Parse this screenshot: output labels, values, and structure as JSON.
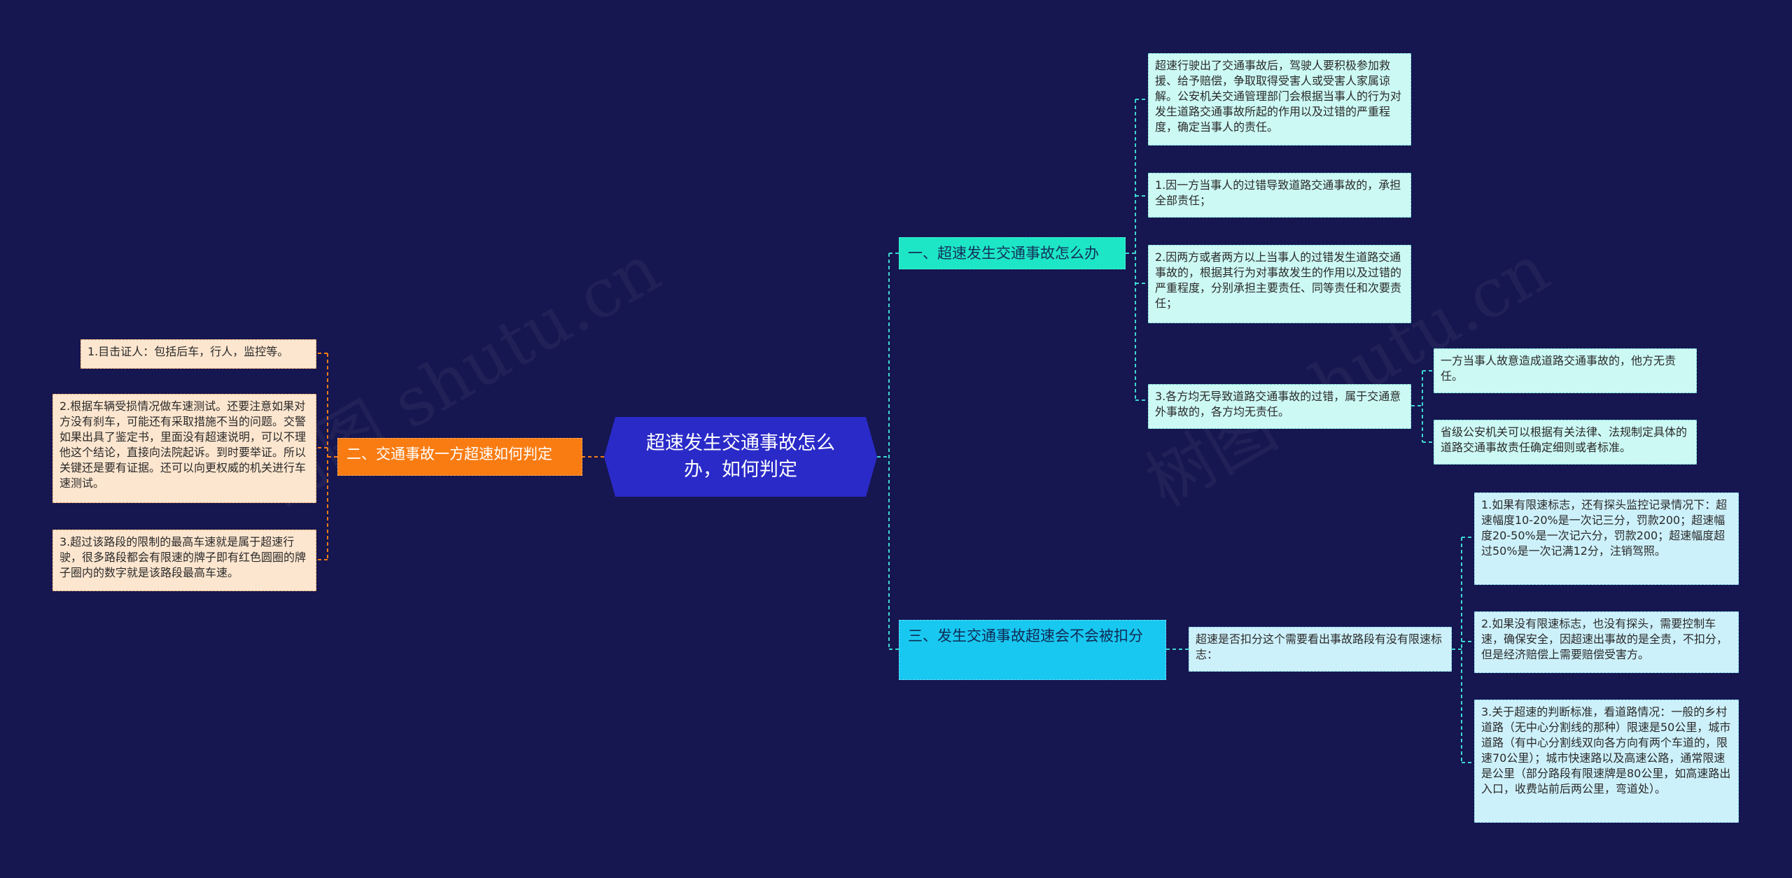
{
  "root": {
    "label": "超速发生交通事故怎么办，如何判定"
  },
  "watermark": {
    "text": "树图 shutu.cn"
  },
  "branches": {
    "b1": {
      "label": "一、超速发生交通事故怎么办"
    },
    "b2": {
      "label": "二、交通事故一方超速如何判定"
    },
    "b3": {
      "label": "三、发生交通事故超速会不会被扣分"
    }
  },
  "b1_children": {
    "c1": "超速行驶出了交通事故后，驾驶人要积极参加救援、给予赔偿，争取取得受害人或受害人家属谅解。公安机关交通管理部门会根据当事人的行为对发生道路交通事故所起的作用以及过错的严重程度，确定当事人的责任。",
    "c2": "1.因一方当事人的过错导致道路交通事故的，承担全部责任；",
    "c3": "2.因两方或者两方以上当事人的过错发生道路交通事故的，根据其行为对事故发生的作用以及过错的严重程度，分别承担主要责任、同等责任和次要责任；",
    "c4": "3.各方均无导致道路交通事故的过错，属于交通意外事故的，各方均无责任。",
    "c4_children": {
      "a": "一方当事人故意造成道路交通事故的，他方无责任。",
      "b": "省级公安机关可以根据有关法律、法规制定具体的道路交通事故责任确定细则或者标准。"
    }
  },
  "b2_children": {
    "c1": "1.目击证人：包括后车，行人，监控等。",
    "c2": "2.根据车辆受损情况做车速测试。还要注意如果对方没有刹车，可能还有采取措施不当的问题。交警如果出具了鉴定书，里面没有超速说明，可以不理他这个结论，直接向法院起诉。到时要举证。所以关键还是要有证据。还可以向更权威的机关进行车速测试。",
    "c3": "3.超过该路段的限制的最高车速就是属于超速行驶，很多路段都会有限速的牌子即有红色圆圈的牌子圈内的数字就是该路段最高车速。"
  },
  "b3_children": {
    "mid": "超速是否扣分这个需要看出事故路段有没有限速标志：",
    "mid_children": {
      "a": "1.如果有限速标志，还有探头监控记录情况下：超速幅度10-20%是一次记三分，罚款200；超速幅度20-50%是一次记六分，罚款200；超速幅度超过50%是一次记满12分，注销驾照。",
      "b": "2.如果没有限速标志，也没有探头，需要控制车速，确保安全，因超速出事故的是全责，不扣分，但是经济赔偿上需要赔偿受害方。",
      "c": "3.关于超速的判断标准，看道路情况：一般的乡村道路（无中心分割线的那种）限速是50公里，城市道路（有中心分割线双向各方向有两个车道的，限速70公里）；城市快速路以及高速公路，通常限速是公里（部分路段有限速牌是80公里，如高速路出入口，收费站前后两公里，弯道处）。"
    }
  },
  "colors": {
    "background": "#161650",
    "root": "#2a2ac8",
    "branch1": "#1de6c6",
    "branch2": "#f97c12",
    "branch3": "#18c8f0",
    "link_cyan": "#3ed6d0",
    "link_orange": "#f97c12"
  }
}
